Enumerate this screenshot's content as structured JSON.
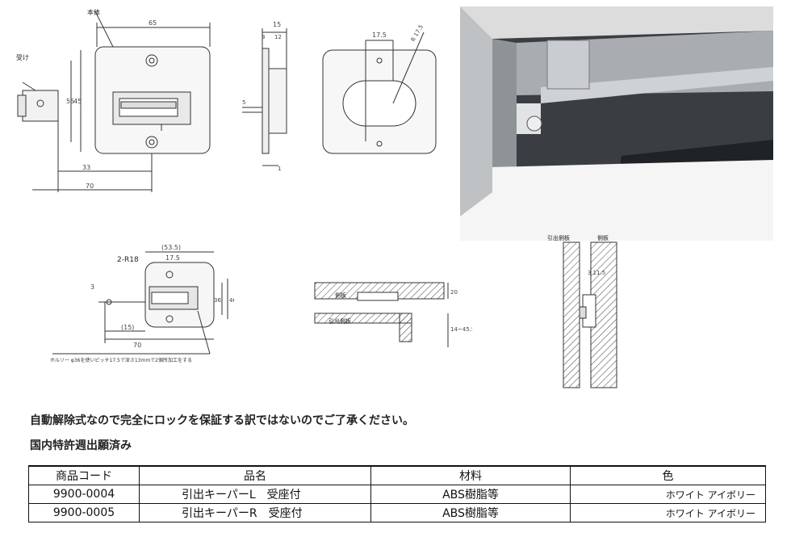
{
  "drawing_top_left": {
    "label_body": "本体",
    "label_receiver": "受け",
    "dim_width": "65",
    "dim_height_outer": "55",
    "dim_height_inner": "45",
    "dim_offset": "33",
    "dim_total": "70"
  },
  "drawing_side": {
    "dim_top": "15",
    "dim_left": "3",
    "dim_right": "12",
    "dim_mid": "5",
    "dim_bottom": "1"
  },
  "drawing_cutout": {
    "dim_pitch": "17.5",
    "dim_radius": "R 17.5"
  },
  "drawing_mount": {
    "label_radius": "2-R18",
    "dim_overall": "(53.5)",
    "dim_pitch": "17.5",
    "dim_h1": "36",
    "dim_h2": "46",
    "dim_side": "3",
    "dim_offset": "(15)",
    "dim_total": "70",
    "note": "ホルソー φ36を使いピッチ17.5で深さ13mmで2個所加工をする"
  },
  "drawing_section": {
    "label_side": "側板",
    "label_drawer": "引出側板",
    "dim_thick": "20",
    "dim_range": "14~45.5"
  },
  "drawing_front": {
    "label_drawer_side": "引出側板",
    "label_side": "側板",
    "dim": "3 11.5"
  },
  "notes": {
    "line1": "自動解除式なので完全にロックを保証する訳ではないのでご了承ください。",
    "line2": "国内特許週出願済み"
  },
  "table": {
    "headers": [
      "商品コード",
      "品名",
      "材料",
      "色"
    ],
    "rows": [
      {
        "code": "9900-0004",
        "name": "引出キーパーL　受座付",
        "material": "ABS樹脂等",
        "color": "ホワイト アイボリー"
      },
      {
        "code": "9900-0005",
        "name": "引出キーパーR　受座付",
        "material": "ABS樹脂等",
        "color": "ホワイト アイボリー"
      }
    ]
  }
}
